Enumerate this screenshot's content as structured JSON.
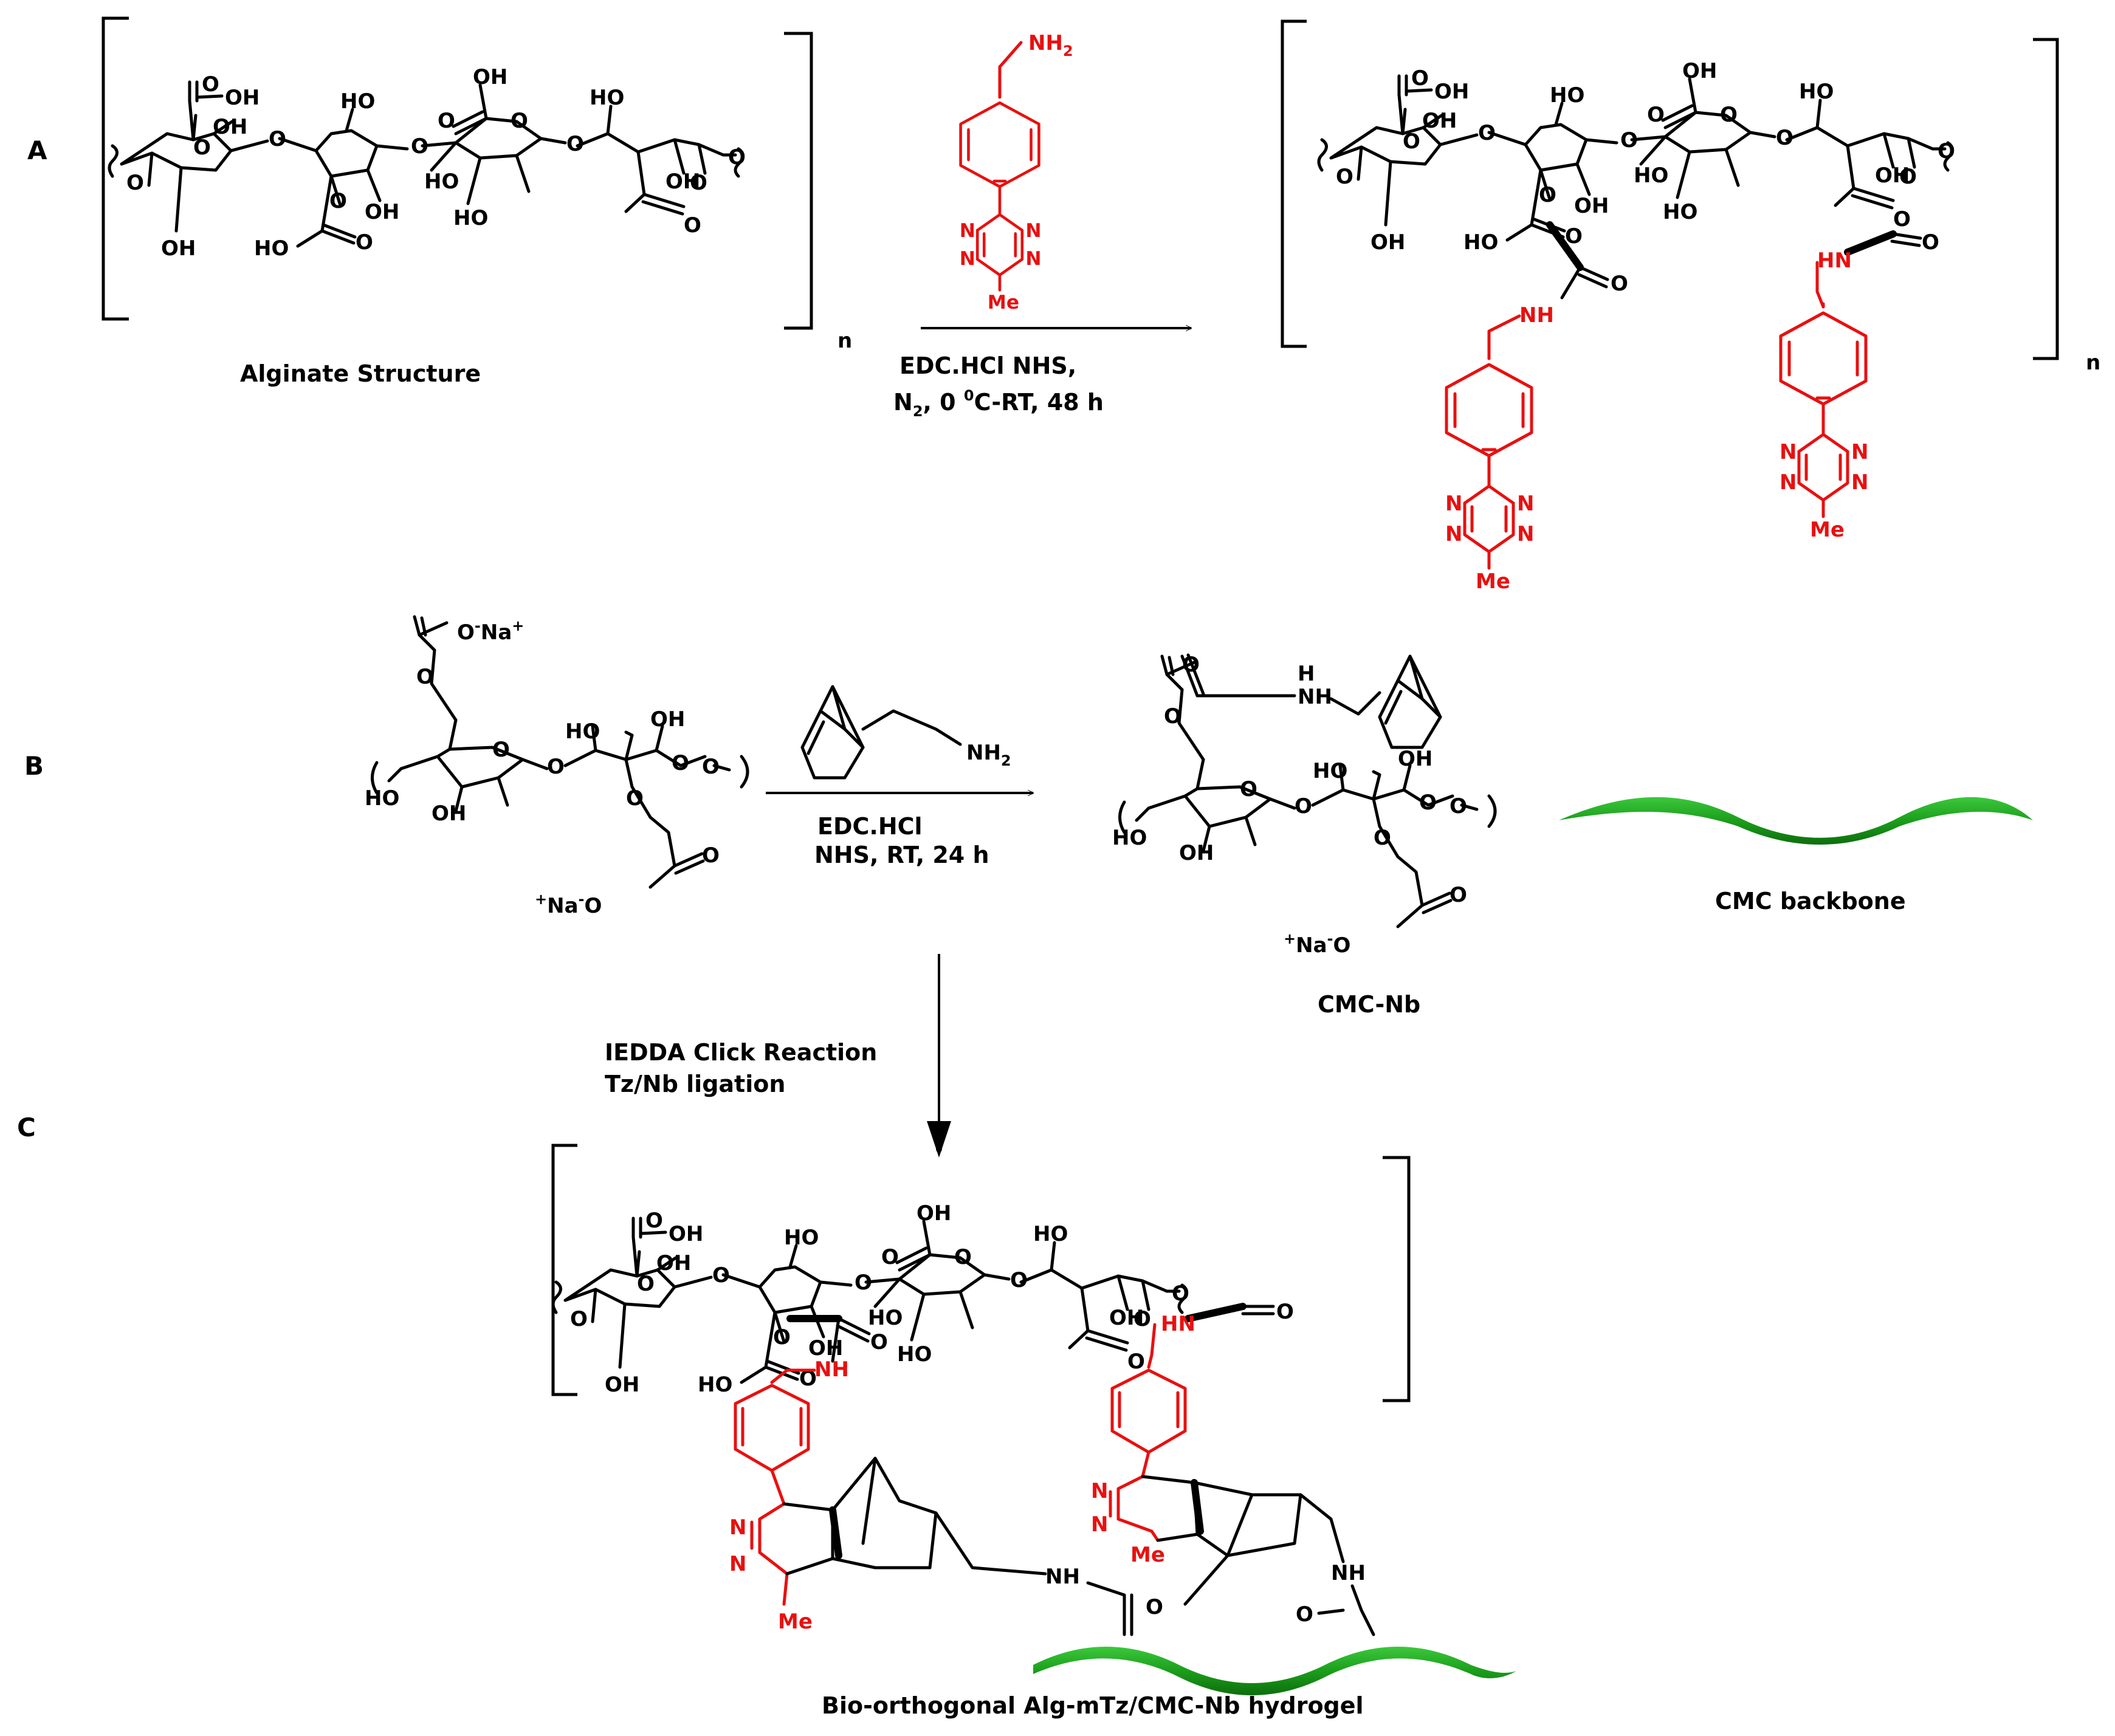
{
  "panels": {
    "a": "A",
    "b": "B",
    "c": "C"
  },
  "groups": {
    "cooh": "OH",
    "oh": "OH",
    "ho": "HO",
    "o": "O",
    "o_ring": "O",
    "nh": "NH",
    "hn": "HN",
    "nh_amide": "NH",
    "n": "N",
    "me": "Me",
    "nh2_tz_main": "NH",
    "nh2_tz_sub": "2",
    "nh2_nb_main": "NH",
    "nh2_nb_sub": "2",
    "na_plus_sup": "+",
    "na_text": "Na",
    "minus_sup": "-",
    "carboxylate_o": "O",
    "h": "H",
    "repeat_n": "n"
  },
  "labels": {
    "alginate": "Alginate Structure",
    "cmc_nb": "CMC-Nb",
    "cmc_backbone": "CMC backbone",
    "hydrogel": "Bio-orthogonal Alg-mTz/CMC-Nb hydrogel"
  },
  "reactions": {
    "a_line1": "EDC.HCl NHS,",
    "a_line2_pre": "N",
    "a_line2_sub": "2",
    "a_line2_mid": ", 0 ",
    "a_line2_sup": "0",
    "a_line2_post": "C-RT, 48 h",
    "b_line1": "EDC.HCl",
    "b_line2": "NHS, RT, 24 h",
    "c_line1": "IEDDA Click Reaction",
    "c_line2": "Tz/Nb ligation"
  },
  "colors": {
    "bonds": "#000000",
    "tetrazine": "#e81010",
    "backbone": "#17a117",
    "background": "#ffffff"
  }
}
